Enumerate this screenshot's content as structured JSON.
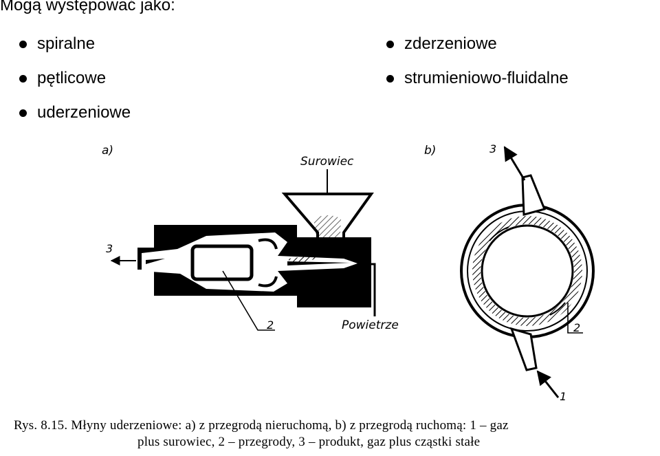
{
  "heading": "Mogą występować jako:",
  "bullets_left": [
    "spiralne",
    "pętlicowe",
    "uderzeniowe"
  ],
  "bullets_right": [
    "zderzeniowe",
    "strumieniowo-fluidalne"
  ],
  "figure_a": {
    "panel_label": "a)",
    "input_label": "Surowiec",
    "air_label": "Powietrze",
    "output_label": "3",
    "baffle_label": "2"
  },
  "figure_b": {
    "panel_label": "b)",
    "output_label": "3",
    "baffle_label": "2",
    "input_label": "1"
  },
  "caption_line1": "Rys. 8.15. Młyny uderzeniowe: a) z przegrodą nieruchomą, b) z przegrodą ruchomą: 1 – gaz",
  "caption_line2": "plus surowiec, 2 – przegrody, 3 – produkt, gaz plus cząstki stałe"
}
